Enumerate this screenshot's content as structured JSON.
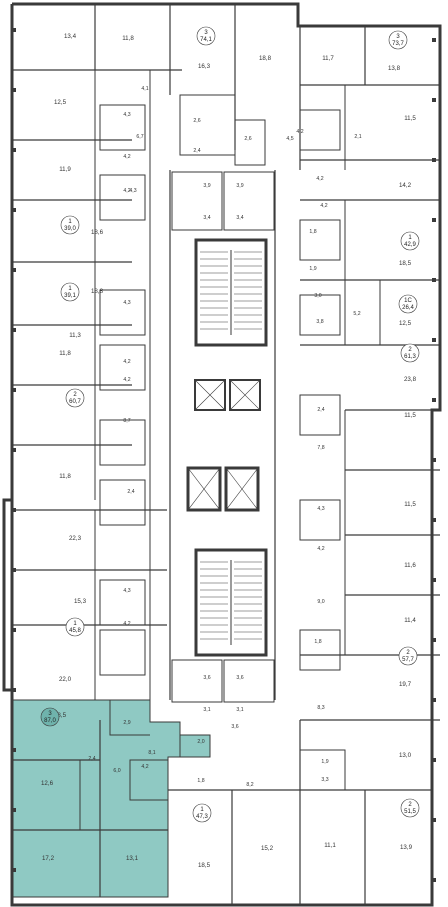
{
  "colors": {
    "wall": "#3a3a3a",
    "highlight": "#8fc9c3",
    "highlight_dark": "#6fb3ac",
    "background": "#ffffff"
  },
  "apartments": [
    {
      "id": "apt-tl-3",
      "rooms": "3",
      "area": "74,1"
    },
    {
      "id": "apt-tr-3",
      "rooms": "3",
      "area": "73,7"
    },
    {
      "id": "apt-l-1a",
      "rooms": "1",
      "area": "39,0"
    },
    {
      "id": "apt-r-1a",
      "rooms": "1",
      "area": "42,9"
    },
    {
      "id": "apt-l-1b",
      "rooms": "1",
      "area": "39,1"
    },
    {
      "id": "apt-r-1c",
      "rooms": "1С",
      "area": "26,4"
    },
    {
      "id": "apt-r-2a",
      "rooms": "2",
      "area": "61,3"
    },
    {
      "id": "apt-l-2",
      "rooms": "2",
      "area": "60,7"
    },
    {
      "id": "apt-l-1c",
      "rooms": "1",
      "area": "45,8"
    },
    {
      "id": "apt-r-2b",
      "rooms": "2",
      "area": "57,7"
    },
    {
      "id": "apt-sel-3",
      "rooms": "3",
      "area": "87,0"
    },
    {
      "id": "apt-b-1",
      "rooms": "1",
      "area": "47,3"
    },
    {
      "id": "apt-br-2",
      "rooms": "2",
      "area": "51,5"
    }
  ],
  "rooms": [
    "13,4",
    "11,8",
    "16,3",
    "18,8",
    "11,7",
    "13,8",
    "12,5",
    "4,1",
    "6,7",
    "2,6",
    "2,6",
    "4,5",
    "11,5",
    "4,3",
    "4,2",
    "2,4",
    "4,2",
    "2,1",
    "11,9",
    "4,2",
    "3,9",
    "3,9",
    "4,2",
    "14,2",
    "4,3",
    "4,2",
    "18,6",
    "3,4",
    "3,4",
    "1,8",
    "18,5",
    "1,9",
    "18,8",
    "3,0",
    "5,2",
    "12,5",
    "4,3",
    "3,8",
    "11,8",
    "4,2",
    "23,8",
    "4,2",
    "11,3",
    "2,4",
    "11,5",
    "8,7",
    "7,8",
    "11,8",
    "2,4",
    "11,5",
    "4,3",
    "22,3",
    "4,2",
    "11,6",
    "4,3",
    "9,0",
    "15,3",
    "4,2",
    "11,4",
    "1,8",
    "22,0",
    "19,7",
    "3,6",
    "3,6",
    "3,1",
    "3,1",
    "8,3",
    "18,5",
    "2,9",
    "1,9",
    "13,0",
    "8,1",
    "2,0",
    "3,6",
    "3,3",
    "12,6",
    "2,4",
    "6,0",
    "4,2",
    "1,8",
    "8,2",
    "17,2",
    "13,1",
    "18,5",
    "15,2",
    "11,1",
    "13,9"
  ]
}
